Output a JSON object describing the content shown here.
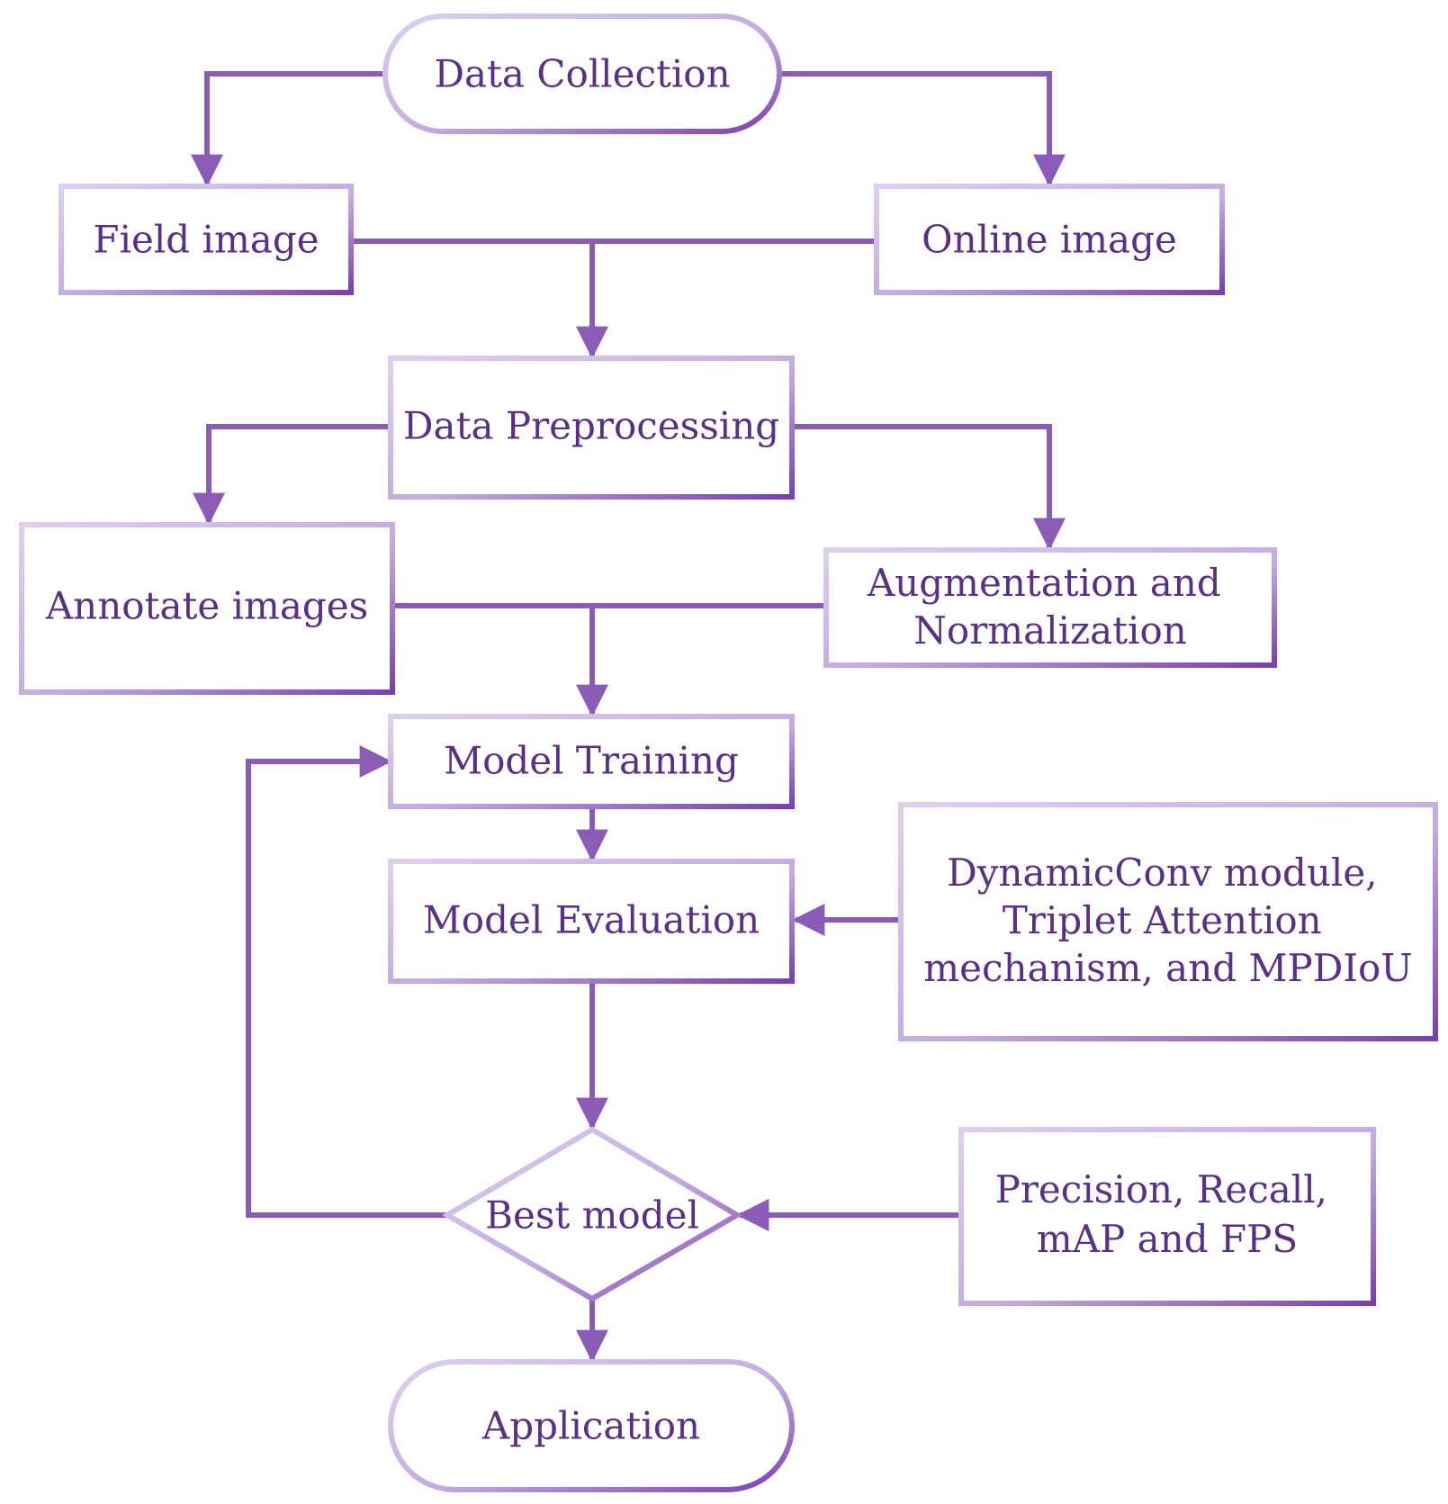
{
  "colors": {
    "text": "#5a2f86",
    "line": "#8a5cb8",
    "border_light": "#d8c8ec",
    "border_dark": "#7a3fb0",
    "background": "#ffffff"
  },
  "nodes": {
    "data_collection": "Data Collection",
    "field_image": "Field image",
    "online_image": "Online image",
    "data_preprocessing": "Data Preprocessing",
    "annotate_images": "Annotate images",
    "augmentation": [
      "Augmentation and",
      "Normalization"
    ],
    "model_training": "Model Training",
    "model_evaluation": "Model Evaluation",
    "improvements": [
      "DynamicConv module,",
      "Triplet Attention",
      "mechanism, and MPDIoU"
    ],
    "best_model": "Best model",
    "metrics": [
      "Precision, Recall,",
      "mAP and FPS"
    ],
    "application": "Application"
  }
}
